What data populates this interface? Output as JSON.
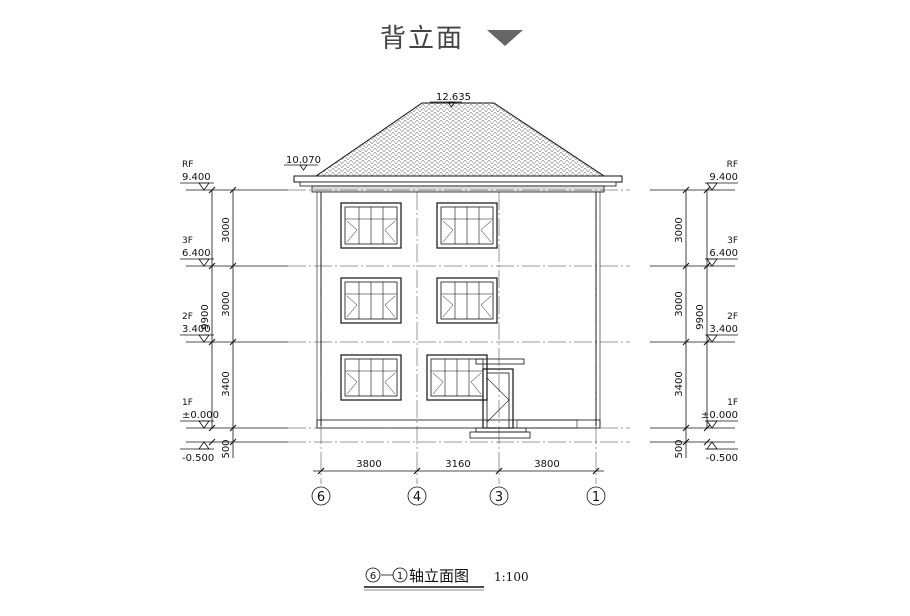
{
  "header": {
    "title": "背立面"
  },
  "elevation": {
    "ridge_level": "12.635",
    "eave_level": "10.070",
    "levels_left": [
      {
        "name": "RF",
        "value": "9.400"
      },
      {
        "name": "3F",
        "value": "6.400"
      },
      {
        "name": "2F",
        "value": "3.400"
      },
      {
        "name": "1F",
        "value": "±0.000"
      },
      {
        "name": "",
        "value": "-0.500"
      }
    ],
    "levels_right": [
      {
        "name": "RF",
        "value": "9.400"
      },
      {
        "name": "3F",
        "value": "6.400"
      },
      {
        "name": "2F",
        "value": "3.400"
      },
      {
        "name": "1F",
        "value": "±0.000"
      },
      {
        "name": "",
        "value": "-0.500"
      }
    ],
    "vertical_dims": [
      "3000",
      "3000",
      "3400",
      "500"
    ],
    "total_height": "9900",
    "horizontal_dims": [
      "3800",
      "3160",
      "3800"
    ],
    "axes": [
      "6",
      "4",
      "3",
      "1"
    ]
  },
  "caption": {
    "from": "6",
    "to": "1",
    "text": "轴立面图",
    "scale": "1:100"
  }
}
